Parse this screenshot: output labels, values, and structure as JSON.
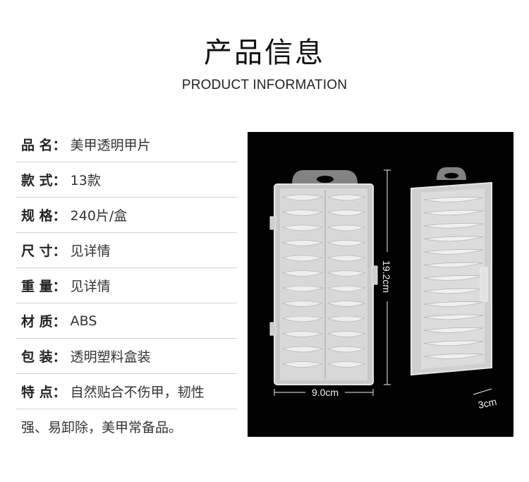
{
  "header": {
    "title": "产品信息",
    "subtitle": "PRODUCT INFORMATION"
  },
  "specs": [
    {
      "key": "品 名",
      "value": "美甲透明甲片"
    },
    {
      "key": "款 式",
      "value": "13款"
    },
    {
      "key": "规 格",
      "value": "240片/盒"
    },
    {
      "key": "尺 寸",
      "value": "见详情"
    },
    {
      "key": "重 量",
      "value": "见详情"
    },
    {
      "key": "材 质",
      "value": "ABS"
    },
    {
      "key": "包 装",
      "value": "透明塑料盒装"
    },
    {
      "key": "特 点",
      "value": "自然贴合不伤甲，韧性"
    }
  ],
  "specs_continuation": "强、易卸除，美甲常备品。",
  "separator": "：",
  "photo": {
    "width_label": "9.0cm",
    "height_label": "19.2cm",
    "depth_label": "3cm"
  }
}
